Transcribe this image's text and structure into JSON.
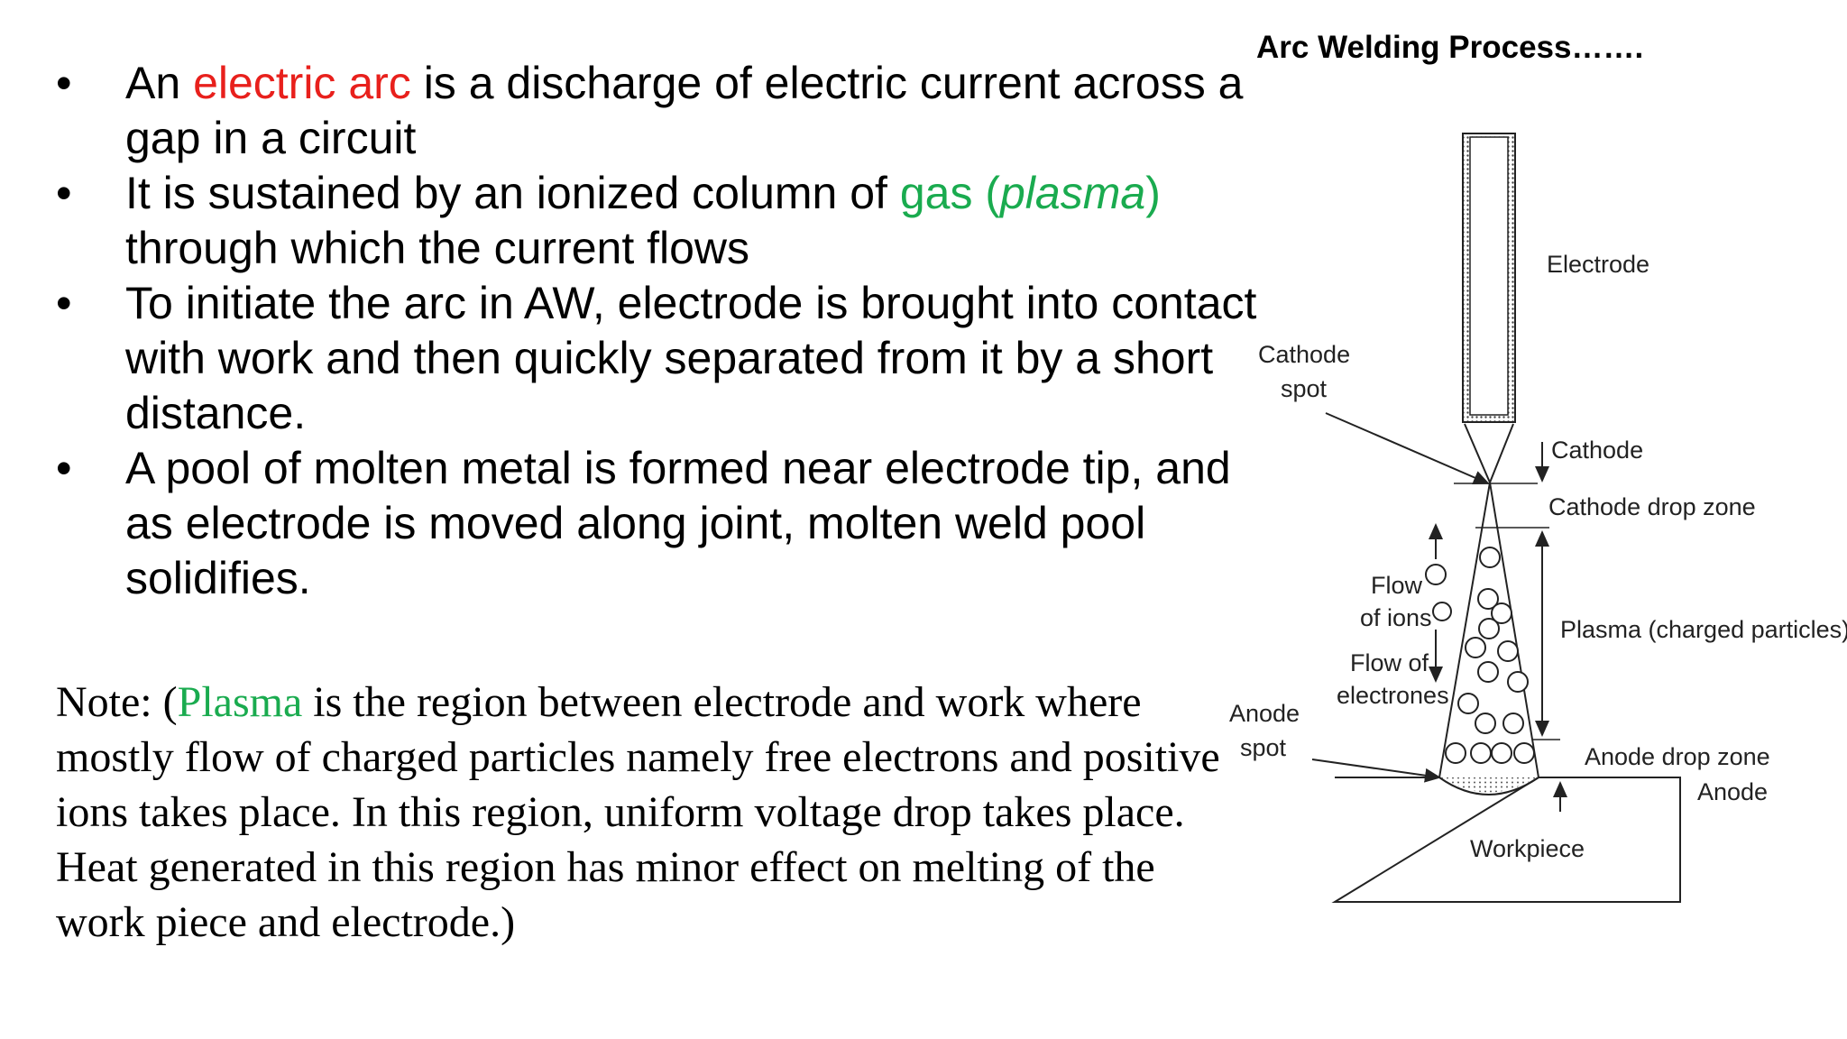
{
  "diagram_title": "Arc Welding Process…….",
  "bullets": [
    {
      "pre": "An ",
      "highlight": "electric arc",
      "post": " is a discharge of electric current across a gap in a circuit"
    },
    {
      "pre": "It is sustained by an ionized column of ",
      "highlight": "gas (",
      "italic": "plasma",
      "highlight_end": ")",
      "post": " through which the current flows"
    },
    {
      "text": "To initiate the arc in AW, electrode is brought into contact with work and then quickly separated from it by a short distance."
    },
    {
      "text": "A pool of molten metal is formed near electrode tip, and as electrode is moved along joint, molten weld pool solidifies."
    }
  ],
  "bullet_symbol": "•",
  "note": {
    "pre": "Note: (",
    "highlight": "Plasma",
    "post": " is the region between electrode and work where mostly flow of charged particles namely free electrons and positive ions takes place. In this region, uniform voltage drop takes place. Heat generated in this region has minor effect on melting of the work piece and electrode.)"
  },
  "labels": {
    "electrode": "Electrode",
    "cathode_spot_1": "Cathode",
    "cathode_spot_2": "spot",
    "cathode": "Cathode",
    "cathode_drop_zone": "Cathode drop zone",
    "flow_ions_1": "Flow",
    "flow_ions_2": "of ions",
    "flow_electrons_1": "Flow of",
    "flow_electrons_2": "electrones",
    "plasma": "Plasma (charged particles)",
    "anode_spot_1": "Anode",
    "anode_spot_2": "spot",
    "anode_drop_zone": "Anode drop zone",
    "anode": "Anode",
    "workpiece": "Workpiece"
  },
  "colors": {
    "red": "#e8201c",
    "green": "#1aab4f"
  }
}
